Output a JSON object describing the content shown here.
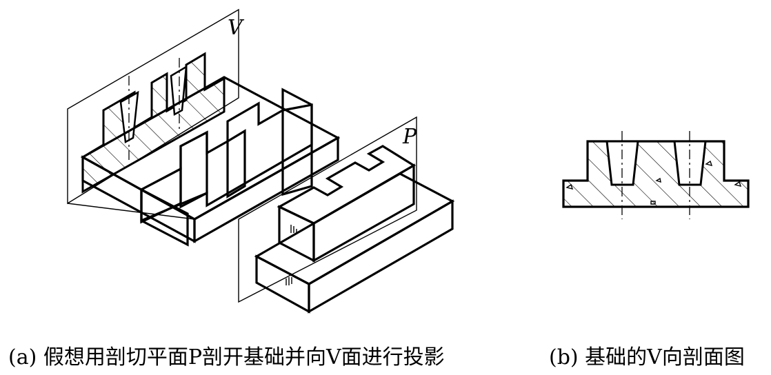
{
  "plane_labels": {
    "v": "V",
    "p": "P"
  },
  "captions": {
    "a": "(a) 假想用剖切平面P剖开基础并向V面进行投影",
    "b": "(b) 基础的V向剖面图"
  }
}
